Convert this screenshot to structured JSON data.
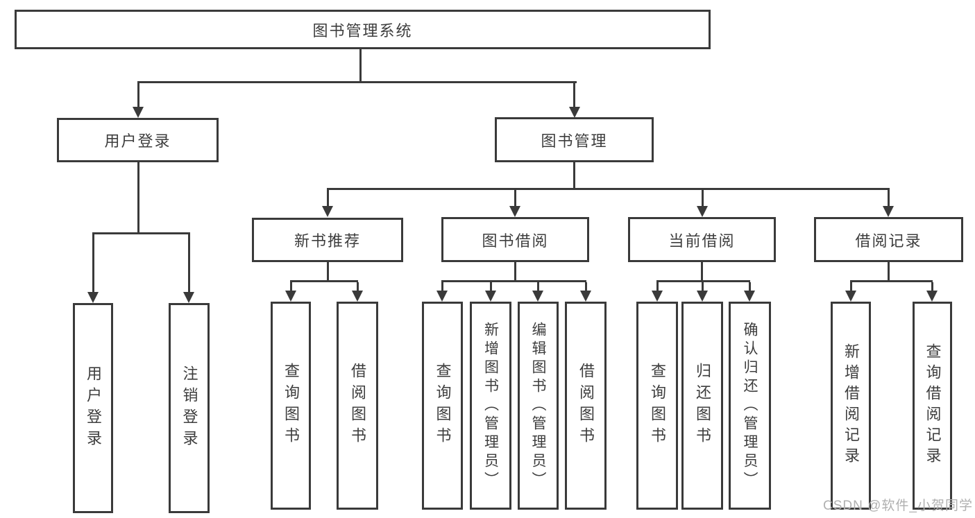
{
  "tree": {
    "label": "图书管理系统",
    "children": [
      {
        "label": "用户登录",
        "children": [
          {
            "label": "用户登录"
          },
          {
            "label": "注销登录"
          }
        ]
      },
      {
        "label": "图书管理",
        "children": [
          {
            "label": "新书推荐",
            "children": [
              {
                "label": "查询图书"
              },
              {
                "label": "借阅图书"
              }
            ]
          },
          {
            "label": "图书借阅",
            "children": [
              {
                "label": "查询图书"
              },
              {
                "label": "新增图书（管理员）"
              },
              {
                "label": "编辑图书（管理员）"
              },
              {
                "label": "借阅图书"
              }
            ]
          },
          {
            "label": "当前借阅",
            "children": [
              {
                "label": "查询图书"
              },
              {
                "label": "归还图书"
              },
              {
                "label": "确认归还（管理员）"
              }
            ]
          },
          {
            "label": "借阅记录",
            "children": [
              {
                "label": "新增借阅记录"
              },
              {
                "label": "查询借阅记录"
              }
            ]
          }
        ]
      }
    ]
  },
  "watermark": "CSDN @软件_小贺同学",
  "colors": {
    "line": "#3a3a3a",
    "text": "#3d3d3d",
    "watermark": "#b0b0b0",
    "background": "#ffffff"
  }
}
